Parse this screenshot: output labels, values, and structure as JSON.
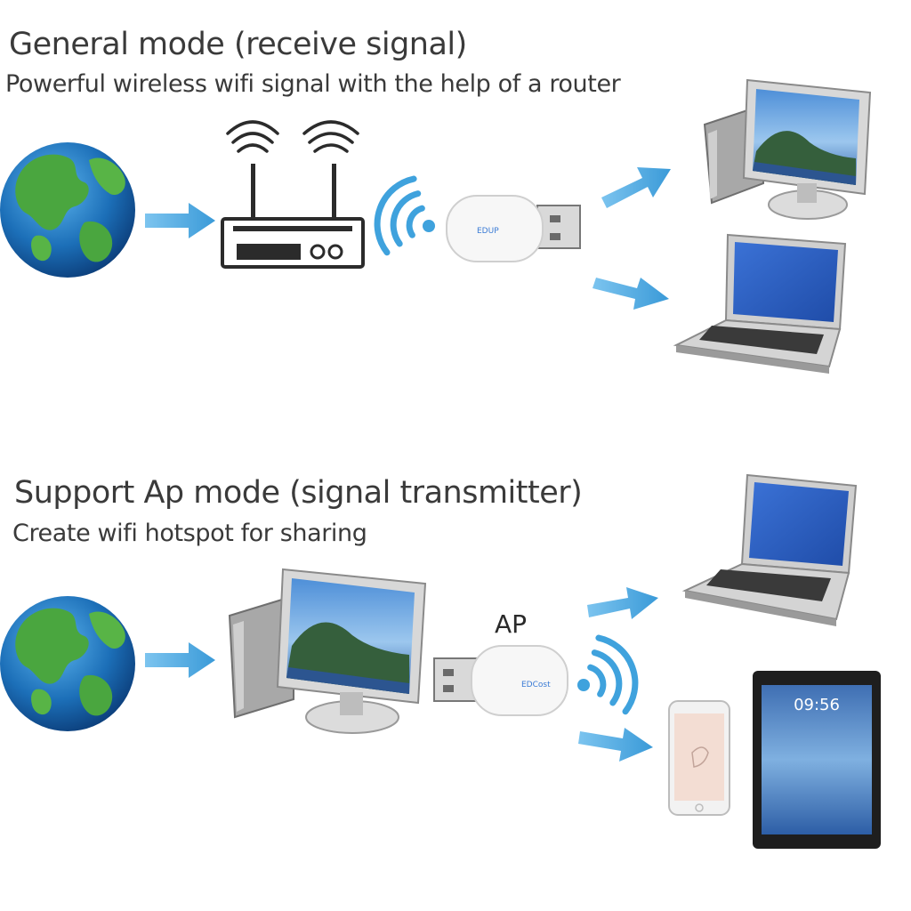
{
  "general_mode": {
    "title": "General mode (receive signal)",
    "subtitle": "Powerful wireless wifi signal with the help of a router"
  },
  "ap_mode": {
    "title": "Support Ap mode (signal transmitter)",
    "subtitle": "Create wifi hotspot for sharing",
    "ap_label": "AP"
  },
  "device": {
    "brand_text": "EDUP",
    "brand_text_alt": "EDCost"
  },
  "tablet": {
    "clock": "09:56"
  },
  "colors": {
    "arrow": "#4aa8df",
    "wifi_wave": "#3fa2dd",
    "screen": "#2f62c8",
    "ocean": "#1c6fb8",
    "land": "#4aa63f"
  },
  "icons": [
    "globe-icon",
    "router-icon",
    "wifi-signal-icon",
    "usb-wifi-adapter-icon",
    "desktop-computer-icon",
    "laptop-icon",
    "smartphone-icon",
    "tablet-icon",
    "arrow-icon"
  ]
}
